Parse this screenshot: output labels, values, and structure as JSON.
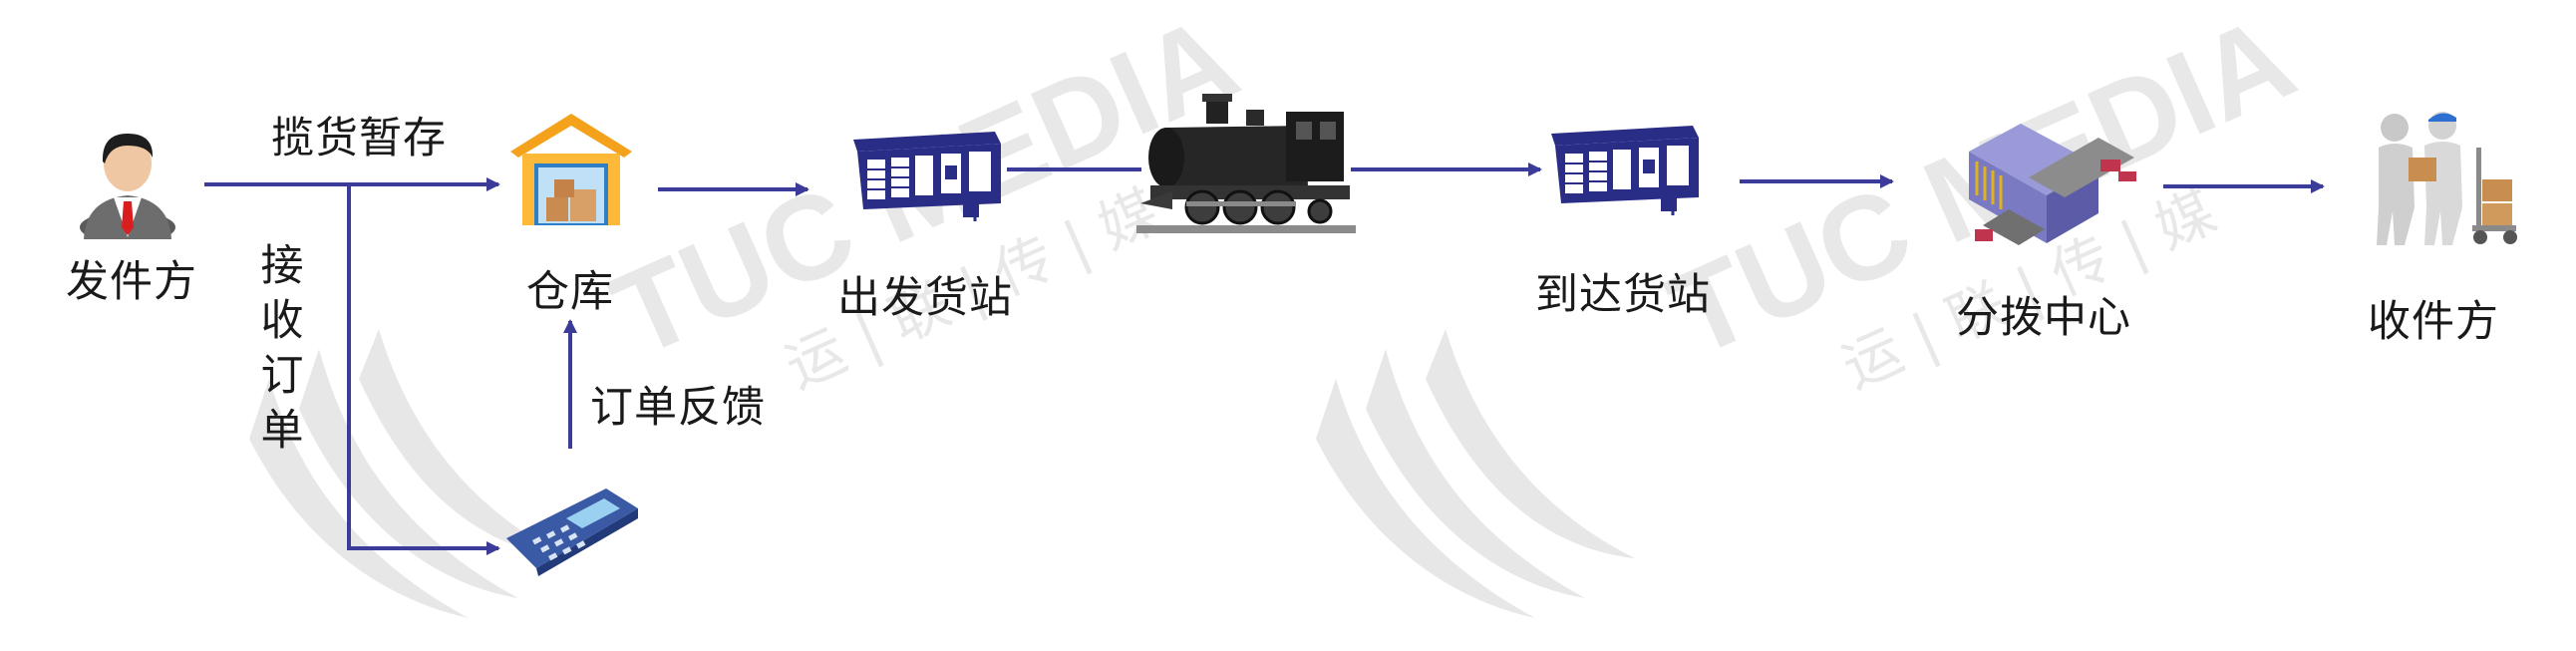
{
  "nodes": {
    "sender": "发件方",
    "warehouse": "仓库",
    "departure_station": "出发货站",
    "arrival_station": "到达货站",
    "distribution_center": "分拨中心",
    "recipient": "收件方"
  },
  "edges": {
    "pickup_storage": "揽货暂存",
    "receive_order": "接收订单",
    "order_feedback": "订单反馈"
  },
  "watermark": {
    "brand": "TUC MEDIA",
    "subtitle": "运 | 联 | 传 | 媒"
  },
  "colors": {
    "arrow": "#3b3b9a",
    "watermark": "#cfcfcf"
  },
  "icons": {
    "sender": "person-icon",
    "warehouse": "warehouse-icon",
    "departure_station": "freight-station-icon",
    "train": "steam-locomotive-icon",
    "arrival_station": "freight-station-icon",
    "distribution_center": "sorting-machine-icon",
    "scanner": "handheld-scanner-icon",
    "recipient": "delivery-people-icon"
  }
}
